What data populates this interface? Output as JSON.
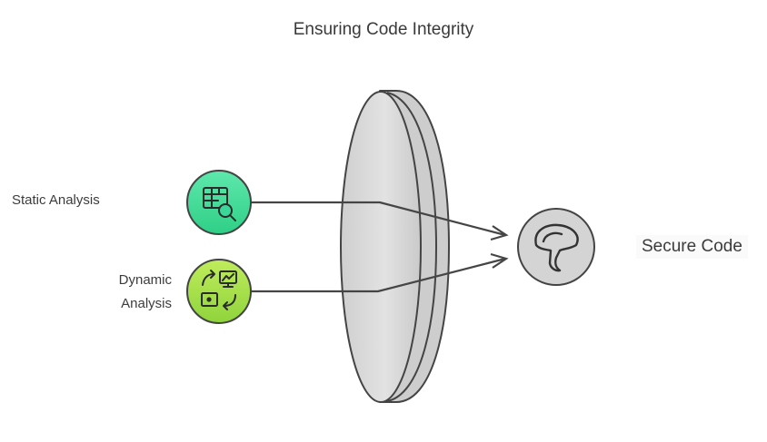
{
  "title": "Ensuring Code Integrity",
  "inputs": [
    {
      "label": "Static Analysis",
      "icon": "table-search-icon",
      "color": "#3ddc97"
    },
    {
      "label_lines": [
        "Dynamic",
        "Analysis"
      ],
      "icon": "monitor-process-icon",
      "color": "#a4e04a"
    }
  ],
  "output": {
    "label": "Secure Code",
    "icon": "mushroom-icon"
  },
  "lens": {
    "icon": "lens-filter"
  },
  "colors": {
    "lens_fill": "#d9d9d9",
    "stroke": "#444444",
    "output_fill": "#d4d4d4"
  }
}
